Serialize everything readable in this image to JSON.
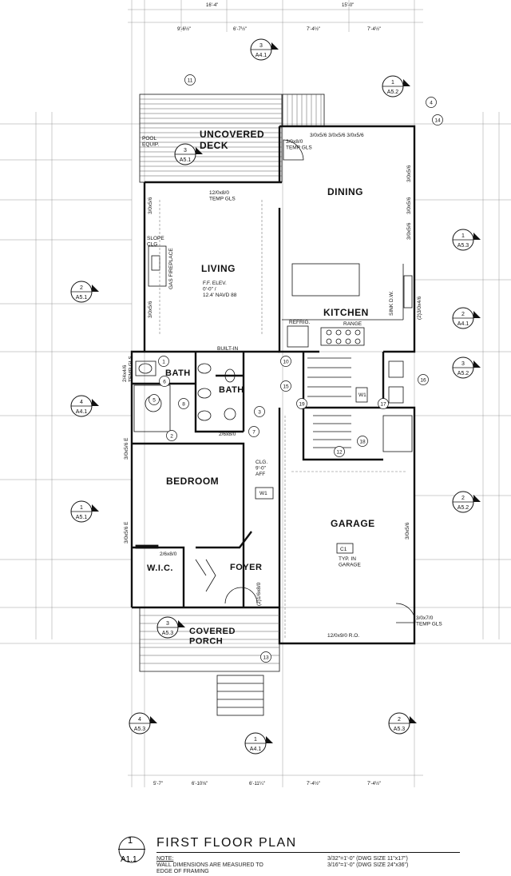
{
  "rooms": {
    "uncovered_deck": "UNCOVERED\nDECK",
    "dining": "DINING",
    "living": "LIVING",
    "kitchen": "KITCHEN",
    "bath1": "BATH",
    "bath2": "BATH",
    "bedroom": "BEDROOM",
    "garage": "GARAGE",
    "wic": "W.I.C.",
    "foyer": "FOYER",
    "covered_porch": "COVERED\nPORCH"
  },
  "notes": {
    "pool_equip": "POOL\nEQUIP.",
    "slider": "12/0x8/0\nTEMP GLS",
    "slope_clg": "SLOPE\nCLG",
    "gas_fireplace": "GAS FIREPLACE",
    "ff_elev": "F.F. ELEV.\n0'-0\" /\n12.4' NAVD 88",
    "refrig": "REFRIG.",
    "range": "RANGE",
    "sink_dw": "SINK D.W.",
    "built_in": "BUILT-IN",
    "clg_bedroom": "CLG.\n9'-0\"\nAFF",
    "w1_a": "W1",
    "w1_b": "W1",
    "c1": "C1",
    "typ_garage": "TYP. IN\nGARAGE",
    "garage_door": "12/0x9/0 R.O.",
    "dining_win_top": "3/0x5/6 3/0x5/6 3/0x5/6",
    "temp_gls_door": "3/0x8/0\nTEMP GLS",
    "temp_gls_garage": "3/0x7/0\nTEMP GLS",
    "win_living_left": "3/0x5/6",
    "win_living_left2": "3/0x5/6",
    "bath_temp": "2/4x4/6\nTEMP GLS",
    "door_2_6x8": "2/6x8/0",
    "win_bed": "3/0x5/6 E",
    "win_bed2": "3/0x5/6 E",
    "door_wic": "2/6x8/0",
    "win_kitchen": "(2)3/0x4/6",
    "win_garage_r": "3/0x5/6",
    "foyer_door": "(2)1/6x8/0",
    "win_dining_r1": "3/0x5/6",
    "win_dining_r2": "3/0x5/6",
    "win_dining_r3": "3/0x5/6"
  },
  "section_tags": [
    {
      "num": "3",
      "sheet": "A4.1"
    },
    {
      "num": "1",
      "sheet": "A5.2"
    },
    {
      "num": "3",
      "sheet": "A5.1"
    },
    {
      "num": "1",
      "sheet": "A5.3"
    },
    {
      "num": "2",
      "sheet": "A5.1"
    },
    {
      "num": "2",
      "sheet": "A4.1"
    },
    {
      "num": "4",
      "sheet": "A4.1"
    },
    {
      "num": "3",
      "sheet": "A5.2"
    },
    {
      "num": "1",
      "sheet": "A5.1"
    },
    {
      "num": "2",
      "sheet": "A5.2"
    },
    {
      "num": "3",
      "sheet": "A5.3"
    },
    {
      "num": "4",
      "sheet": "A5.3"
    },
    {
      "num": "2",
      "sheet": "A5.3"
    },
    {
      "num": "1",
      "sheet": "A4.1"
    }
  ],
  "keynotes": [
    "11",
    "4",
    "14",
    "10",
    "16",
    "15",
    "19",
    "12",
    "17",
    "18",
    "1",
    "5",
    "8",
    "2",
    "7",
    "13",
    "3",
    "6"
  ],
  "dims_top": [
    "16'-4\"",
    "15'-0\"",
    "9'-6½\"",
    "6'-7½\"",
    "7'-4½\"",
    "7'-4½\""
  ],
  "dims_bottom": [
    "5'-7\"",
    "6'-10⅛\"",
    "6'-11¼\"",
    "7'-4½\"",
    "7'-4½\""
  ],
  "title_block": {
    "detail_number": "1",
    "sheet": "A1.1",
    "title": "FIRST FLOOR PLAN",
    "note_label": "NOTE:",
    "note_text": "WALL DIMENSIONS ARE MEASURED TO\nEDGE OF FRAMING",
    "scale_1": "3/32\"=1'-0\" (DWG SIZE 11\"x17\")",
    "scale_2": "3/16\"=1'-0\" (DWG SIZE 24\"x36\")"
  }
}
